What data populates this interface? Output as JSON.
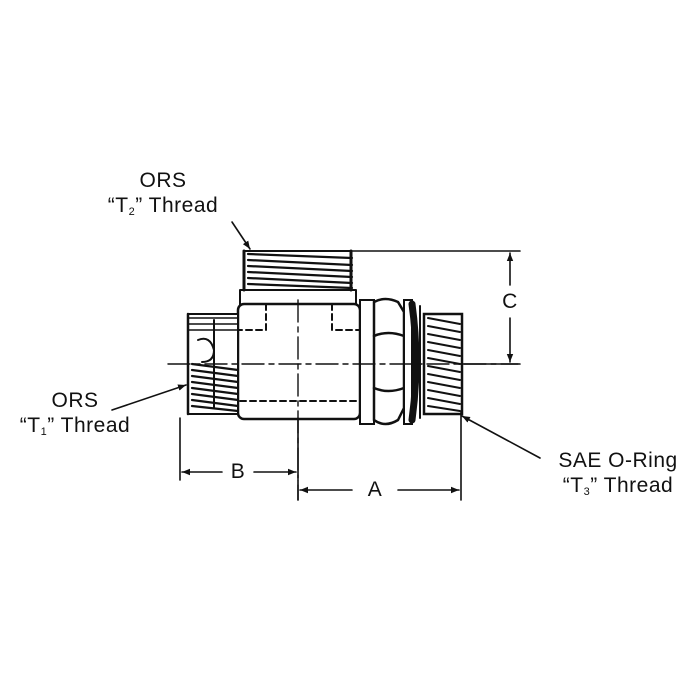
{
  "colors": {
    "ink": "#111111",
    "background": "#ffffff"
  },
  "callouts": {
    "t2": {
      "line1": "ORS",
      "open": "“T",
      "sub": "2",
      "close": "” Thread"
    },
    "t1": {
      "line1": "ORS",
      "open": "“T",
      "sub": "1",
      "close": "” Thread"
    },
    "t3": {
      "line1": "SAE O-Ring",
      "open": "“T",
      "sub": "3",
      "close": "” Thread"
    }
  },
  "dimensions": {
    "a": "A",
    "b": "B",
    "c": "C"
  }
}
